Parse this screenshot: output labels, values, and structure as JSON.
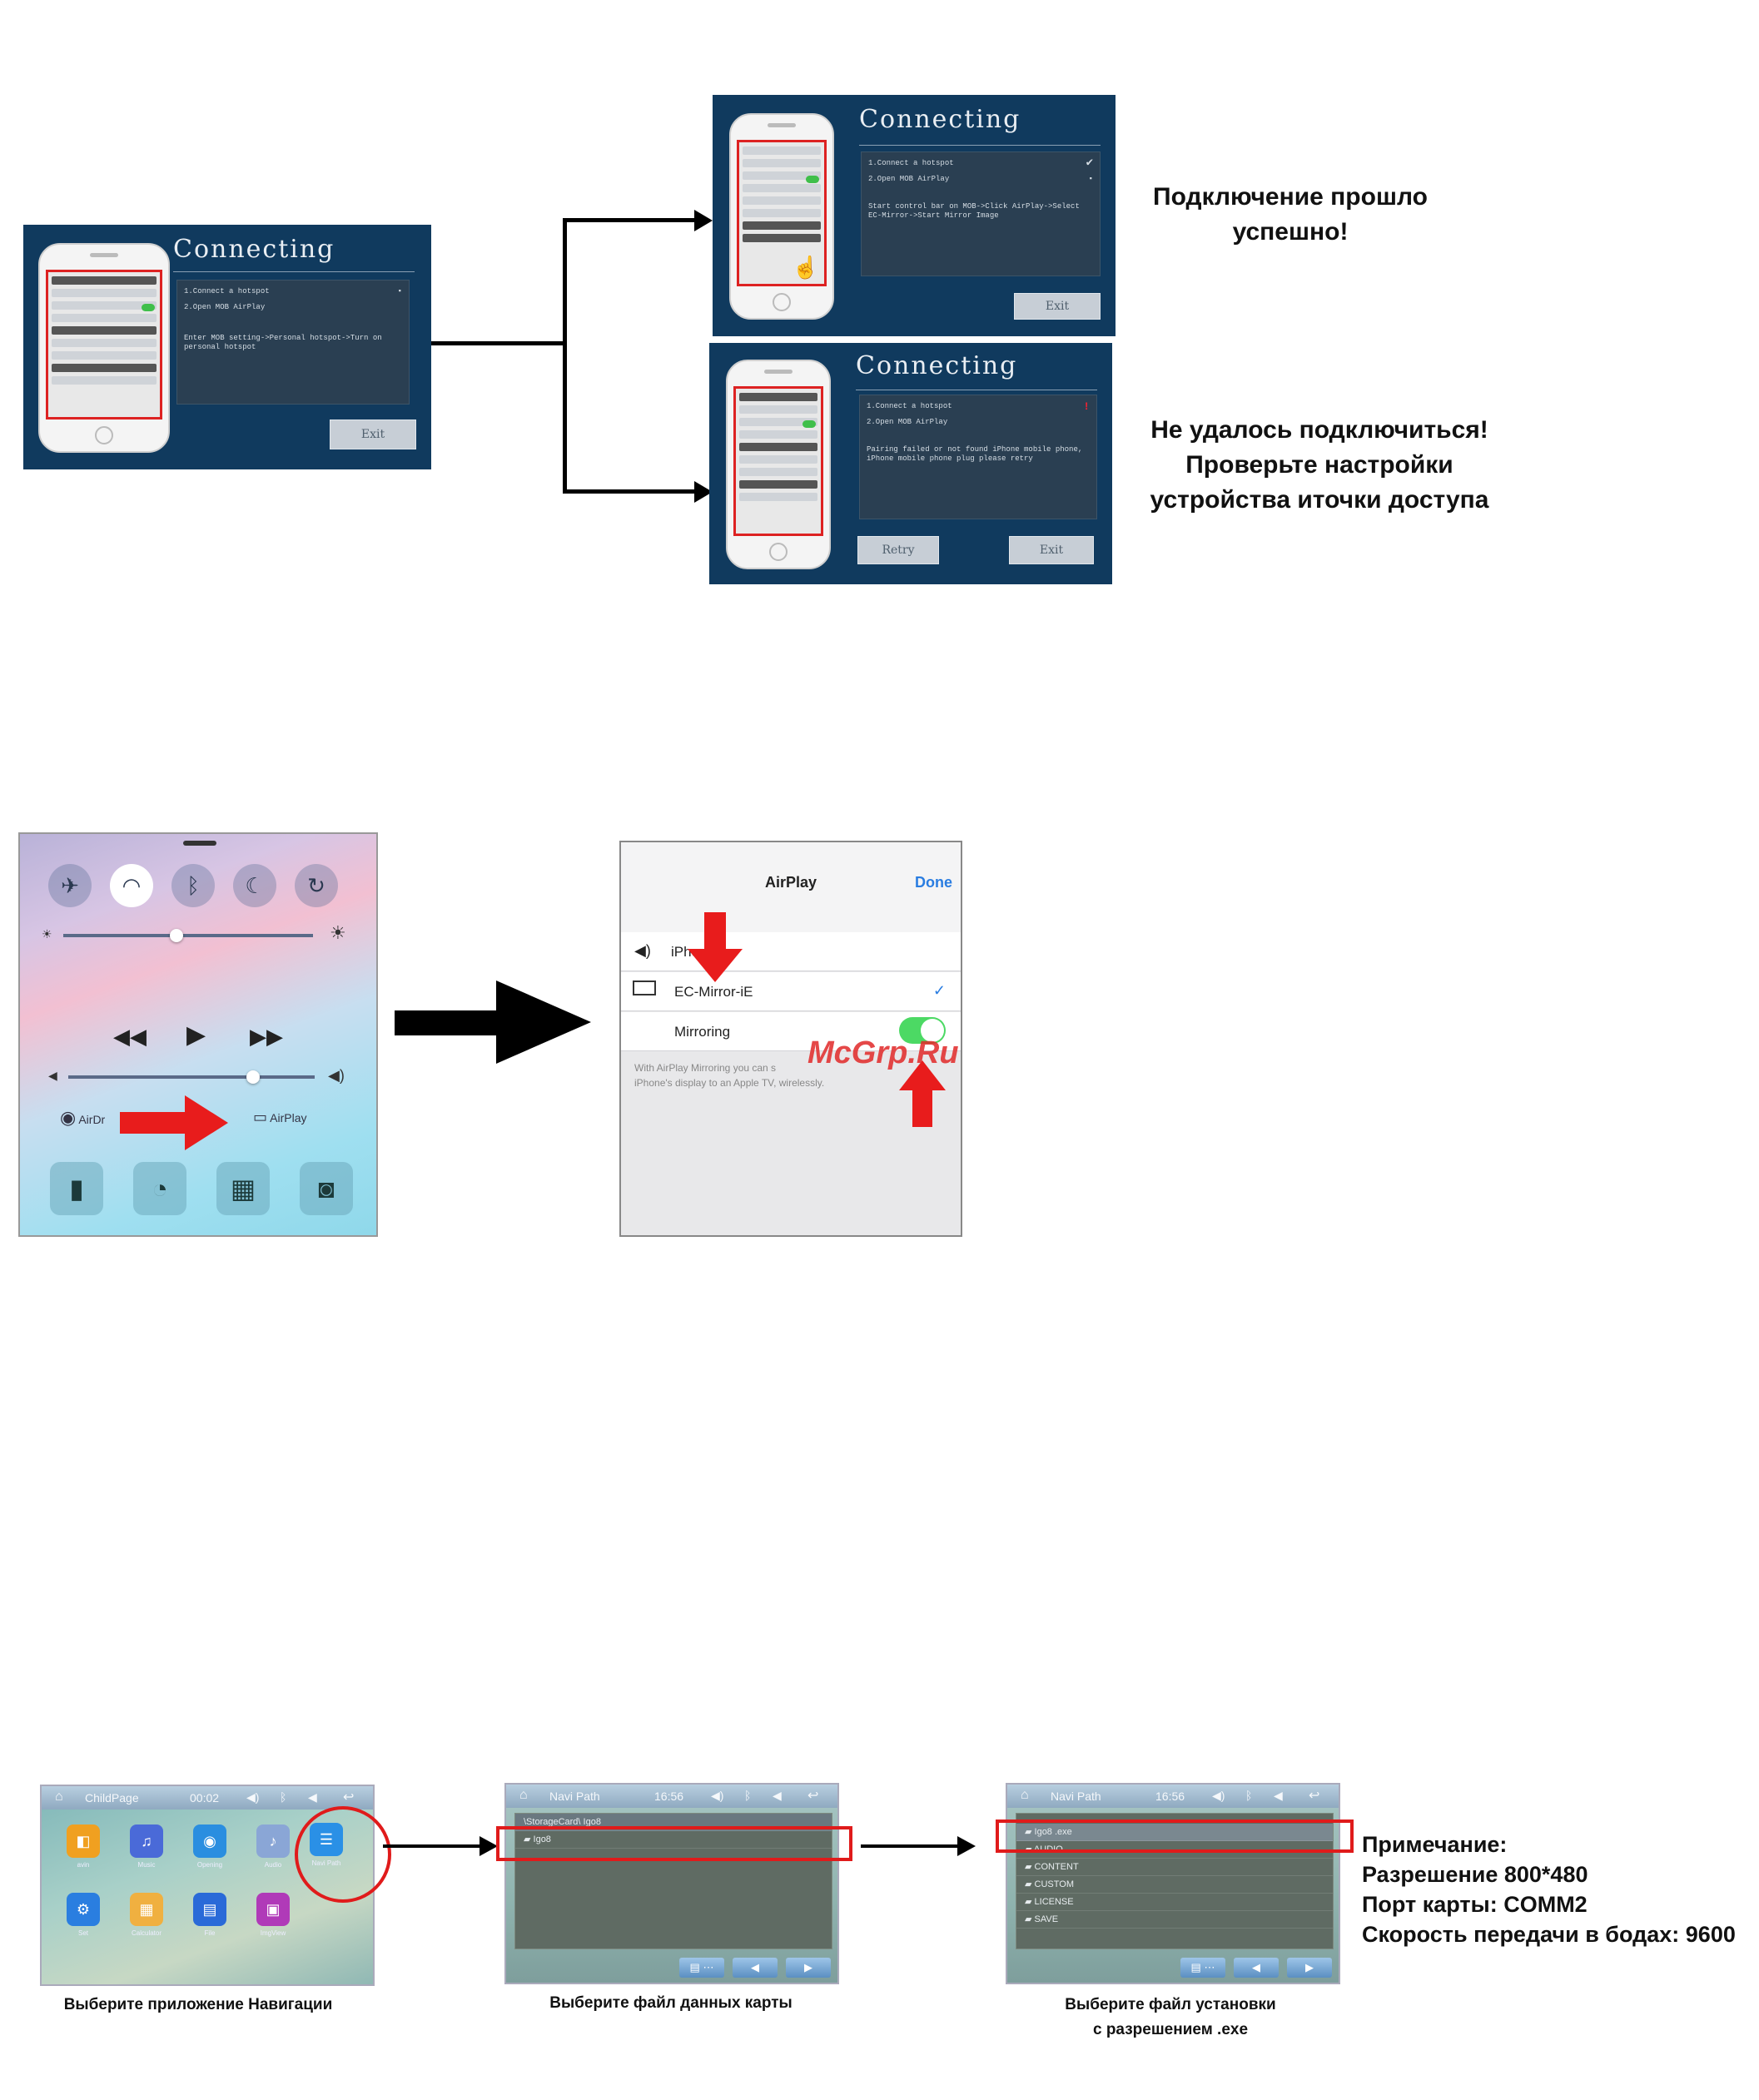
{
  "connecting_panels": {
    "title": "Connecting",
    "step1": "1.Connect a hotspot",
    "step2": "2.Open MOB AirPlay",
    "initial_msg": "Enter MOB setting->Personal hotspot->Turn on personal hotspot",
    "success_msg": "Start control bar on MOB->Click AirPlay->Select EC-Mirror->Start Mirror Image",
    "fail_msg": "Pairing failed or not found iPhone mobile phone, iPhone mobile phone plug please retry",
    "exit_label": "Exit",
    "retry_label": "Retry"
  },
  "captions": {
    "success_line1": "Подключение прошло",
    "success_line2": "успешно!",
    "fail_line1": "Не удалось подключиться!",
    "fail_line2": "Проверьте настройки",
    "fail_line3": "устройства иточки доступа"
  },
  "airplay": {
    "title": "AirPlay",
    "done": "Done",
    "iphone": "iPho",
    "device": "EC-Mirror-iE",
    "mirroring": "Mirroring",
    "hint_line1": "With AirPlay Mirroring you can s",
    "hint_line2": "iPhone's display to an Apple TV, wirelessly.",
    "watermark": "McGrp.Ru"
  },
  "control_center": {
    "airdrop": "AirDr",
    "airplay": "AirPlay"
  },
  "navi": {
    "screen1": {
      "title": "ChildPage",
      "time": "00:02",
      "apps": [
        "avin",
        "Music",
        "Opening",
        "Audio",
        "Navi Path",
        "Set",
        "Calculator",
        "File",
        "ImgView"
      ]
    },
    "screen2": {
      "title": "Navi Path",
      "time": "16:56",
      "path": "\\StorageCard\\ Igo8",
      "item": "Igo8"
    },
    "screen3": {
      "title": "Navi Path",
      "time": "16:56",
      "items": [
        "Igo8 .exe",
        "AUDIO",
        "CONTENT",
        "CUSTOM",
        "LICENSE",
        "SAVE"
      ]
    },
    "captions": {
      "c1": "Выберите приложение Навигации",
      "c2": "Выберите файл данных карты",
      "c3_line1": "Выберите файл  установки",
      "c3_line2": "с разрешением .exe"
    },
    "note": {
      "title": "Примечание:",
      "resolution": "Разрешение 800*480",
      "port": "Порт карты: COMM2",
      "baud": "Скорость передачи в бодах: 9600"
    }
  }
}
